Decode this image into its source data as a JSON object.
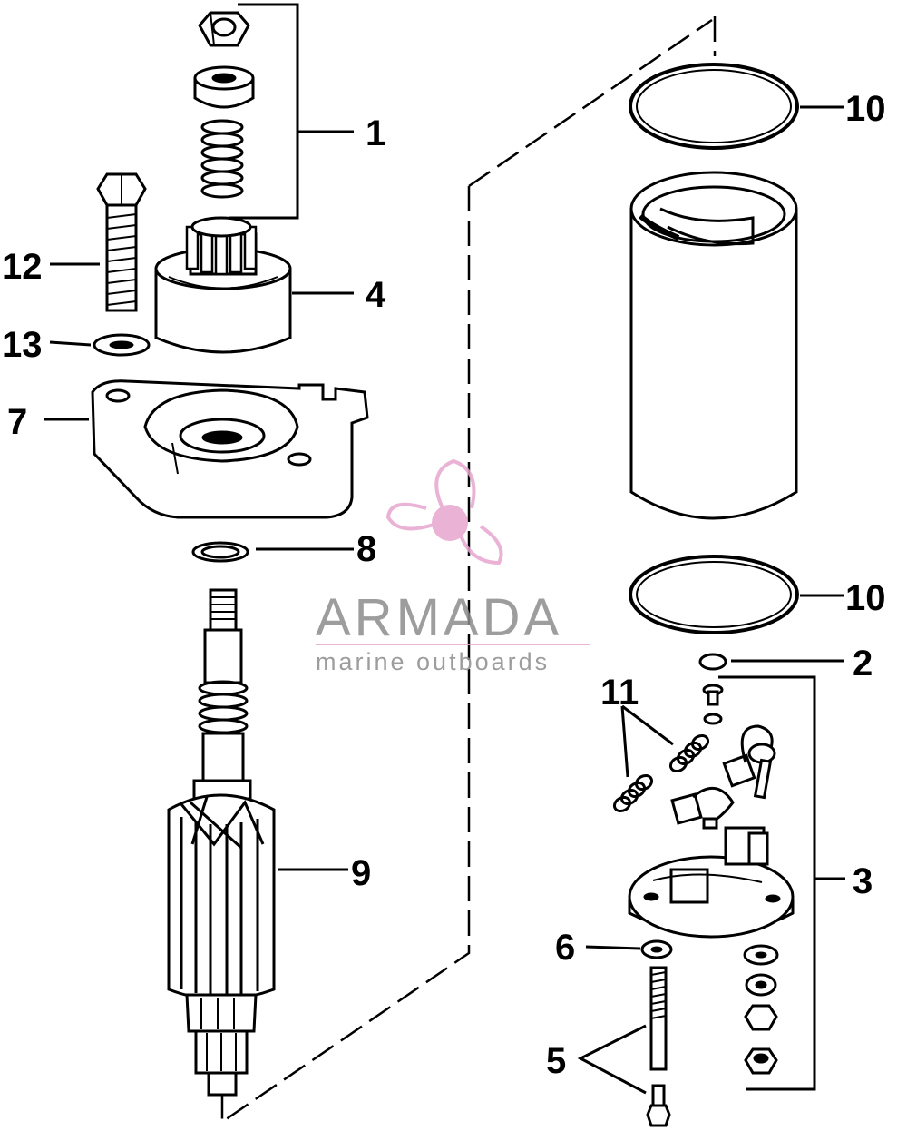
{
  "callouts": {
    "c1": "1",
    "c2": "2",
    "c3": "3",
    "c4": "4",
    "c5": "5",
    "c6": "6",
    "c7": "7",
    "c8": "8",
    "c9": "9",
    "c10a": "10",
    "c10b": "10",
    "c11": "11",
    "c12": "12",
    "c13": "13"
  },
  "watermark": {
    "brand": "ARMADA",
    "tagline": "marine outboards",
    "color": "#8d8d8d",
    "logo_color": "#e7a6cf"
  },
  "icons": {
    "logo": "propeller-logo-icon"
  }
}
